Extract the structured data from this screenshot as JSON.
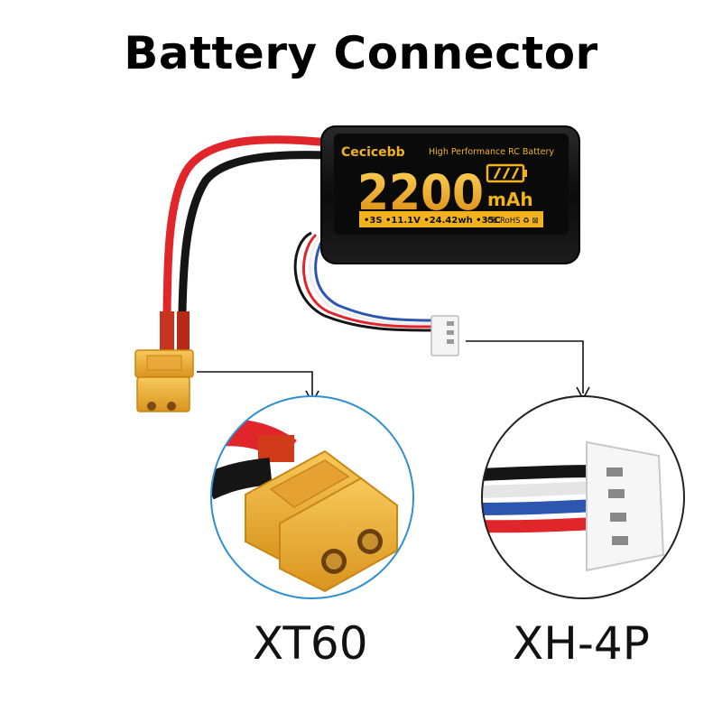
{
  "title": "Battery Connector",
  "battery": {
    "brand": "Cecicebb",
    "tagline": "High Performance RC Battery",
    "capacity": "2200",
    "unit": "mAh",
    "specs": "•3S •11.1V •24.42wh •35C",
    "marks": "CE RoHS ♻ ⊠"
  },
  "connectors": {
    "xt60_label": "XT60",
    "xh_label": "XH-4P"
  },
  "colors": {
    "battery_body": "#111111",
    "accent_gold": "#f2b21e",
    "wire_red": "#e0262b",
    "connector_yellow": "#f0b43c",
    "circle_left": "#2f8fd0",
    "circle_right": "#222222"
  }
}
